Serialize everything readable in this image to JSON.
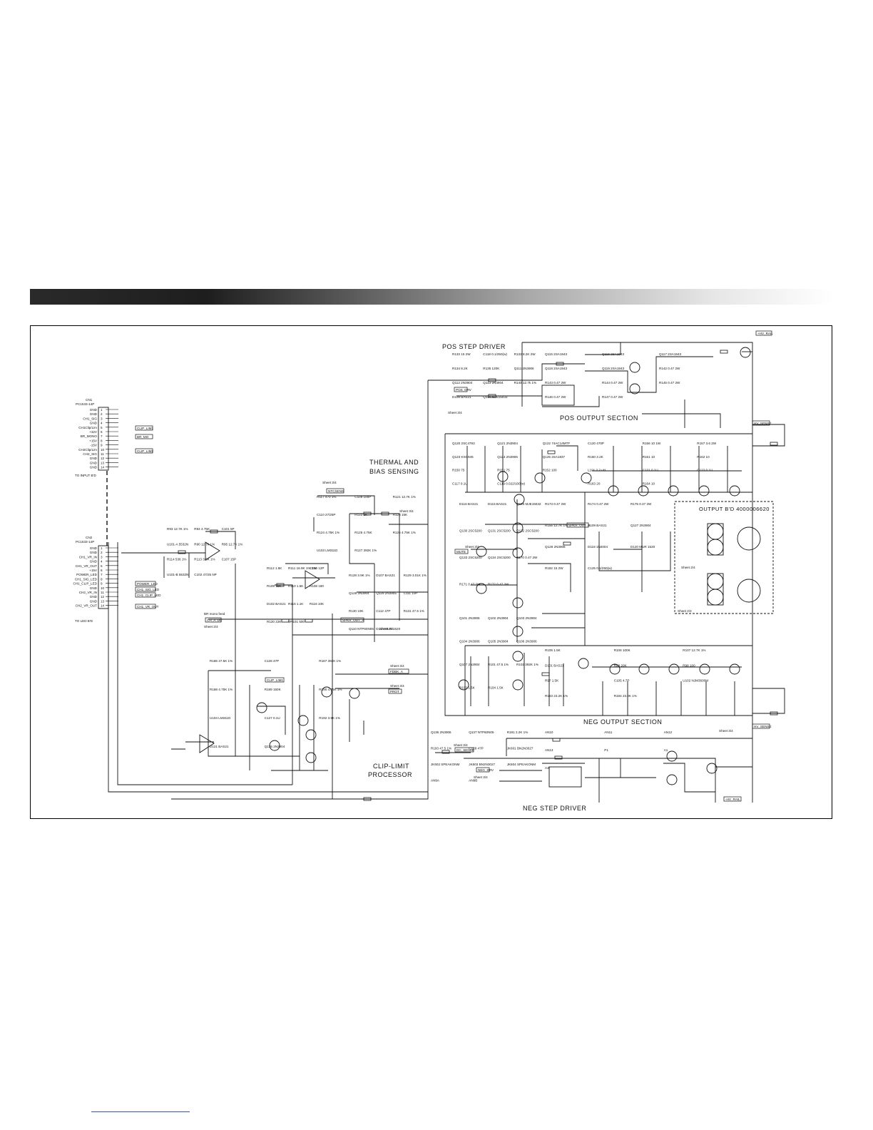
{
  "sections": {
    "pos_step_driver": "POS STEP DRIVER",
    "pos_output": "POS OUTPUT SECTION",
    "thermal_bias_1": "THERMAL AND",
    "thermal_bias_2": "BIAS SENSING",
    "output_bd": "OUTPUT B'D 4000006620",
    "neg_output": "NEG OUTPUT SECTION",
    "clip_limit_1": "CLIP-LIMIT",
    "clip_limit_2": "PROCESSOR",
    "neg_step_driver": "NEG STEP DRIVER"
  },
  "connectors": {
    "cn1": {
      "ref": "CN1",
      "part": "PC1533-14P",
      "note": "TO INPUT B'D",
      "pins": [
        "GND",
        "GND",
        "CH1_SIG",
        "GND",
        "CH1Clip/Lim",
        "+32V",
        "BR_MONO",
        "+15V",
        "-15V",
        "CH2Clip/Lim",
        "CH2_SIG",
        "GND",
        "GND",
        "GND"
      ]
    },
    "cn2": {
      "ref": "CN2",
      "part": "PC1533-14P",
      "note": "TO LED B'D",
      "pins": [
        "GND",
        "GND",
        "CH1_VR_IN",
        "GND",
        "CH1_VR_OUT",
        "+15V",
        "POWER_LED",
        "CH1_SIG_LED",
        "CH1_CLIP_LED",
        "GND",
        "CH2_VR_IN",
        "GND",
        "GND",
        "CH2_VR_OUT"
      ]
    }
  },
  "net_labels": {
    "clip_lim": "CLIP_LIM1",
    "br_mo": "BR_MO",
    "clip_lim2": "CLIP_LIM2",
    "pwr_led": "POWER_LED",
    "sig_led": "CH1_SIG_LED",
    "clip_led": "CH1_CLIP_LED",
    "vr_out": "CH1_VR_OUT",
    "br_mono_feed": "BR mono feed",
    "ch_a_dc": "CH_A_DC",
    "spkr_out": "SPKR_OUT_A",
    "mute": "MUTE",
    "prot": "PROT",
    "ntc_sens": "NTCSENS",
    "hi_rail": "+HV_RAIL",
    "neg_rail": "-HV_RAIL",
    "hv_sense": "HV_SENSE",
    "pos_drv": "POS_DRV",
    "neg_drv": "NEG_DRV",
    "dc_sense": "DC_SENSE",
    "fdbk": "FDBK_A",
    "sheet_34": "Sheet 3/4",
    "sheet_24": "Sheet 2/4"
  },
  "components": [
    "R93 12.7K 1%",
    "R94 4.75K",
    "C101 5P",
    "U101-A 5532N",
    "R90 12.7k 1%",
    "R95 12.7K 1%",
    "R114 536 1%",
    "R113 3.0K 1%",
    "C107 15P",
    "U101-B 5532N",
    "C102 47/25 NP",
    "R112 1.5K",
    "R111 16.9K 1% 1W",
    "C106 12P",
    "R109 18K",
    "R110 1.5K",
    "R108 180",
    "D102 BAS21",
    "R115 1.1K",
    "R116 10K",
    "R120 22K",
    "VR101 500",
    "R117 470 1%",
    "C109 100P",
    "R121 12.7K 1%",
    "C110 27/25P",
    "R122 2K",
    "R123 15K",
    "R124 4.75K 1%",
    "R125 4.75K",
    "R126 4.75K 1%",
    "U103 LM311D",
    "R127 392K 1%",
    "R128 3.9K 1%",
    "D107 BAS21",
    "R129 3.01K 1%",
    "Q128 2N3904",
    "Q129 2N3905",
    "C111 10P",
    "R130 10K",
    "C112 47P",
    "R131 47.5 1%",
    "Q110 NTP60N05",
    "D113 MUR 1520",
    "R133 15 2W",
    "C118 0.1/250(w)",
    "R132 8.2K 2W",
    "R134 8.2K",
    "R135 120K",
    "Q111 2N3906",
    "Q112 2N3904",
    "Q113 2N3904",
    "R140 12.7k 1%",
    "D108 BAS21",
    "Q114 MJE15033",
    "Q115 2SA1943",
    "Q116 2SA1943",
    "Q117 2SA1943",
    "Q118 2SA1943",
    "Q119 2SA1943",
    "R142 0.47 2W",
    "R143 0.47 2W",
    "R144 0.47 2W",
    "R145 0.47 2W",
    "R146 0.47 2W",
    "R147 0.47 2W",
    "Q120 2SC4793",
    "Q121 2N3904",
    "Q122 74AC14MTF",
    "Q123 KSC945",
    "Q124 2N3906",
    "Q125 2SA1837",
    "R150 75",
    "R151 75",
    "R152 100",
    "C117 0.1U",
    "C119 0.022/100(w)",
    "C120 470P",
    "R156 10 1W",
    "R157 3.6 2W",
    "R160 2.2K",
    "R161 10",
    "R162 10",
    "L101 2.2 uH",
    "C121 0.1U",
    "C122 0.1U",
    "R163 20",
    "R164 10",
    "D116 BAS21",
    "D115 BAS21",
    "Q126 MJE15032",
    "Q130 2SC5200",
    "Q131 2SC5200",
    "Q132 2SC5200",
    "Q133 2SC5200",
    "Q134 2SC5200",
    "R170 0.47 2W",
    "R171 0.47 2W",
    "R172 0.47 2W",
    "R173 0.47 2W",
    "R174 0.47 2W",
    "R175 0.47 2W",
    "R155 12.7K 1%",
    "D109 BAS21",
    "Q127 2N3904",
    "Q128 2N3906",
    "D118 1N4004",
    "D120 MUR 1520",
    "R182 15 2W",
    "C125 0.1/250(w)",
    "Q101 2N3906",
    "Q102 2N3904",
    "Q103 2N3904",
    "Q104 2N3906",
    "Q105 2N3904",
    "Q106 2N3906",
    "Q107 2N3904",
    "R101 47.5 1%",
    "R102 392K 1%",
    "R103 1.5K",
    "R104 1.5K",
    "R105 1.5K",
    "R106 100K",
    "R107 12.7K 1%",
    "D101 BAS21",
    "R99 20K",
    "R98 100",
    "R97 1.5K",
    "C105 4.7P",
    "U102 NJM3600M",
    "R183 23.2K 1%",
    "R184 23.2K 1%",
    "R186 47.5K 1%",
    "C126 47P",
    "R187 392K 1%",
    "R188 4.75K 1%",
    "R189 150K",
    "R190 4.75K 1%",
    "U104 LM311D",
    "C127 0.1U",
    "R192 3.9K 1%",
    "D121 BAS21",
    "Q135 2N3904",
    "Q136 2N3906",
    "Q137 NTP60N05",
    "R191 2.2K 1%",
    "R193 47.5 1%",
    "C128 47P",
    "JK601 BN2N3027",
    "JK602 SPEAKONM",
    "JK603 BN2N3027",
    "JK604 SPEAKONM",
    "AN9A",
    "AN9B",
    "AN10",
    "AN11",
    "AN12",
    "AN13",
    "P1",
    "A1",
    "A3"
  ]
}
